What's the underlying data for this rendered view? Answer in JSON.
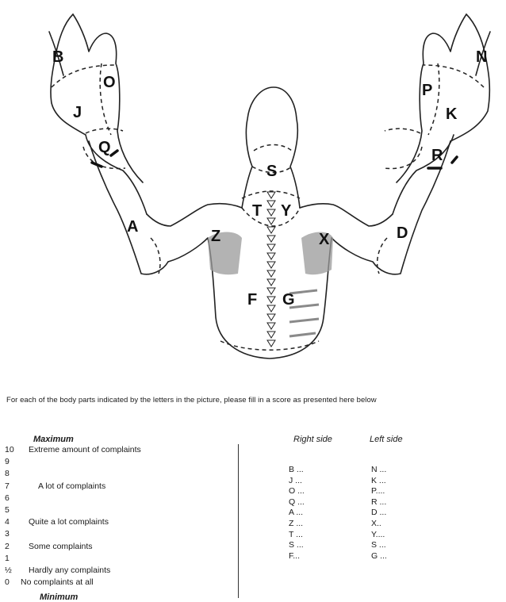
{
  "figure": {
    "labels": {
      "B": "B",
      "O": "O",
      "J": "J",
      "Q": "Q",
      "A": "A",
      "Z": "Z",
      "S": "S",
      "T": "T",
      "Y": "Y",
      "F": "F",
      "G": "G",
      "X": "X",
      "D": "D",
      "N": "N",
      "P": "P",
      "K": "K",
      "R": "R"
    }
  },
  "instruction": "For each of the body parts indicated by the letters in the picture, please fill in a score as presented here below",
  "scale": {
    "max_heading": "Maximum",
    "min_heading": "Minimum",
    "rows": [
      {
        "num": "10",
        "desc": "Extreme amount of complaints"
      },
      {
        "num": "9",
        "desc": ""
      },
      {
        "num": "8",
        "desc": ""
      },
      {
        "num": "7",
        "desc": "A lot of complaints"
      },
      {
        "num": "6",
        "desc": ""
      },
      {
        "num": "5",
        "desc": ""
      },
      {
        "num": "4",
        "desc": "Quite a lot complaints"
      },
      {
        "num": "3",
        "desc": ""
      },
      {
        "num": "2",
        "desc": "Some complaints"
      },
      {
        "num": "1",
        "desc": ""
      },
      {
        "num": "½",
        "desc": "Hardly any complaints"
      },
      {
        "num": "0",
        "desc": "No complaints  at all"
      }
    ]
  },
  "score_table": {
    "right_header": "Right side",
    "left_header": "Left side",
    "right": [
      "B ...",
      "J ...",
      "O ...",
      "Q ...",
      "A ...",
      "Z ...",
      "T ...",
      "S ...",
      "F..."
    ],
    "left": [
      "N ...",
      "K ...",
      "P....",
      "R ...",
      "D ...",
      "X..",
      "Y....",
      "S ...",
      "G ..."
    ]
  }
}
